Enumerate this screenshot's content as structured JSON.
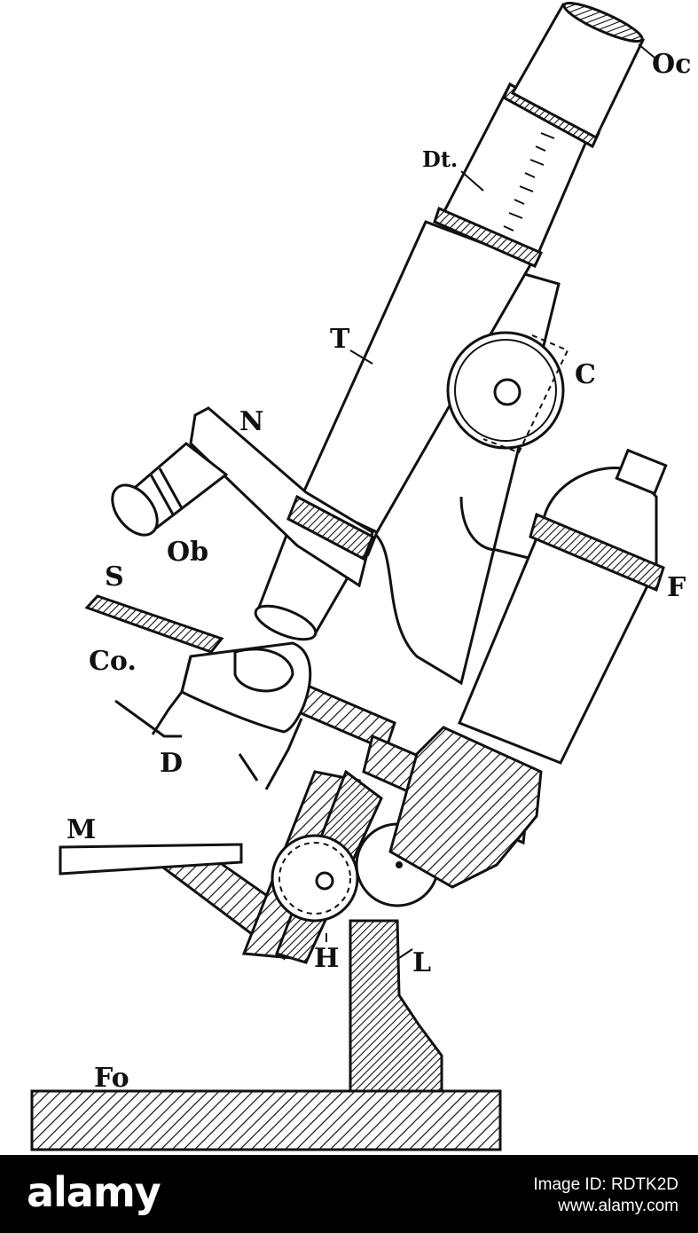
{
  "diagram": {
    "labels": {
      "oc": "Oc",
      "dt": "Dt.",
      "t": "T",
      "c": "C",
      "n": "N",
      "ob": "Ob",
      "s": "S",
      "f": "F",
      "co": "Co.",
      "d": "D",
      "m": "M",
      "h": "H",
      "l": "L",
      "fo": "Fo"
    }
  },
  "footer": {
    "logo": "alamy",
    "image_id": "Image ID: RDTK2D",
    "url": "www.alamy.com"
  }
}
